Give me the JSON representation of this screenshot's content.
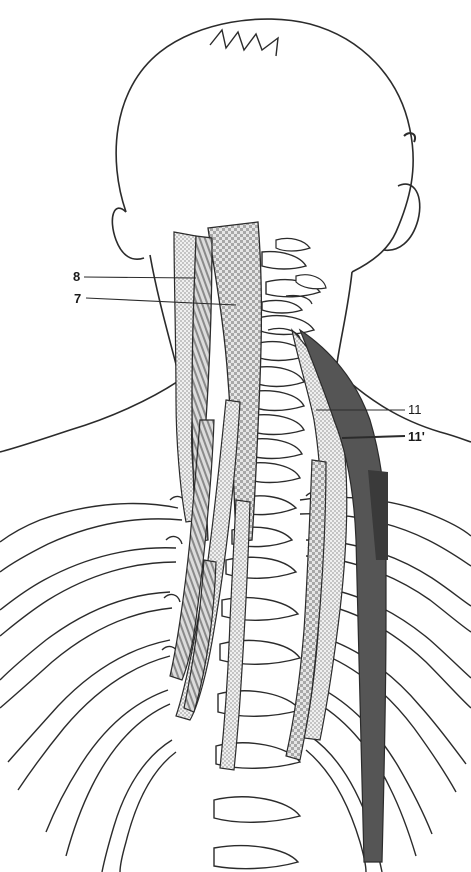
{
  "diagram": {
    "labels": {
      "label_8": "8",
      "label_7": "7",
      "label_11": "11",
      "label_11_prime": "11'"
    },
    "colors": {
      "outline": "#2b2b2b",
      "muscle_light": "#cfcfcf",
      "muscle_checker": "#9a9a9a",
      "muscle_dark": "#4a4a4a",
      "background": "#ffffff"
    }
  }
}
